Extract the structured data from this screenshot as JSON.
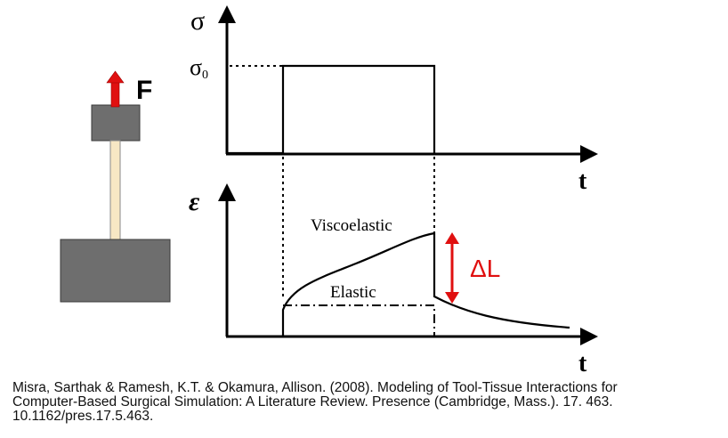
{
  "model": {
    "force_label": "F",
    "block_color": "#6e6e6e",
    "rod_color": "#f7e7c4",
    "arrow_color": "#e01010"
  },
  "stress_plot": {
    "y_label": "σ",
    "level_label": "σ",
    "level_subscript": "0",
    "x_label": "t"
  },
  "strain_plot": {
    "y_label": "ε",
    "x_label": "t",
    "curve_label_viscoelastic": "Viscoelastic",
    "curve_label_elastic": "Elastic",
    "delta_label": "ΔL",
    "delta_color": "#e01010"
  },
  "citation": "Misra, Sarthak & Ramesh, K.T. & Okamura, Allison. (2008). Modeling of Tool-Tissue Interactions for\nComputer-Based Surgical Simulation: A Literature Review. Presence (Cambridge, Mass.). 17. 463.\n10.1162/pres.17.5.463."
}
